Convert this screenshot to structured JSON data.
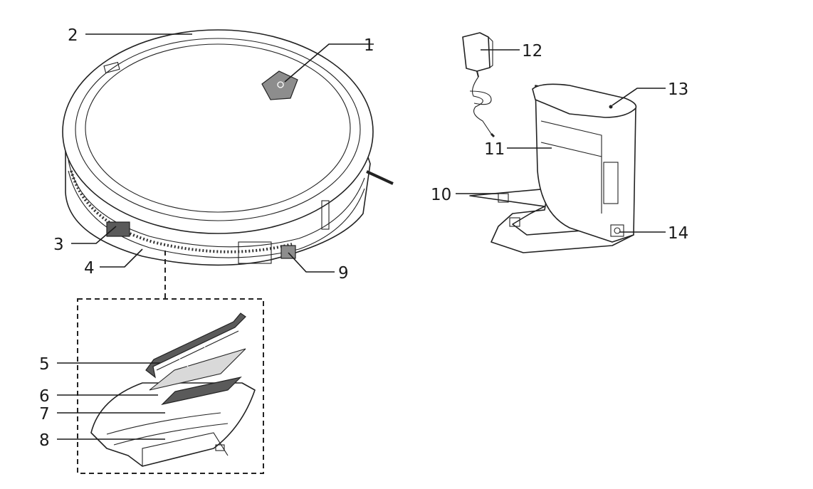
{
  "callouts": [
    {
      "num": "1"
    },
    {
      "num": "2"
    },
    {
      "num": "3"
    },
    {
      "num": "4"
    },
    {
      "num": "5"
    },
    {
      "num": "6"
    },
    {
      "num": "7"
    },
    {
      "num": "8"
    },
    {
      "num": "9"
    },
    {
      "num": "10"
    },
    {
      "num": "11"
    },
    {
      "num": "12"
    },
    {
      "num": "13"
    },
    {
      "num": "14"
    }
  ],
  "colors": {
    "line": "#1a1a1a",
    "panel_gray": "#8d8d8d",
    "filter_dark": "#5a5a5a"
  }
}
